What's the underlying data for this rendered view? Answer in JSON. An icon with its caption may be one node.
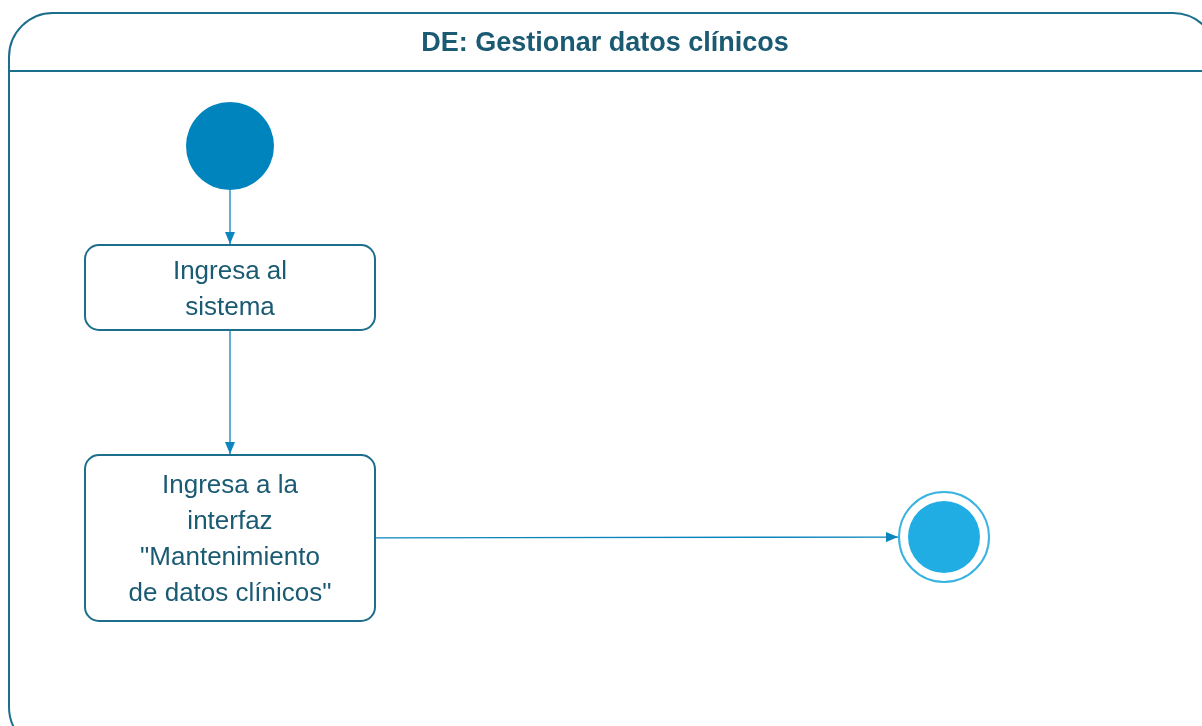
{
  "diagram": {
    "nodes": [
      {
        "text": [
          "DE: Gestionar datos clínicos"
        ]
      },
      {
        "text": [],
        "shape": "circle",
        "in": 0
      },
      {
        "text": [
          "Ingresa al sistema"
        ],
        "in": 0
      },
      {
        "text": [
          "Ingresa a la interfaz \"Mantenimiento de datos clínicos\""
        ],
        "in": 0
      },
      {
        "text": [],
        "shape": "bullseye",
        "in": 0
      }
    ],
    "edges": [
      {
        "from": 1,
        "to": 2,
        "arrow": "to"
      },
      {
        "from": 2,
        "to": 3,
        "arrow": "to"
      },
      {
        "from": 3,
        "to": 4,
        "arrow": "to"
      }
    ]
  }
}
